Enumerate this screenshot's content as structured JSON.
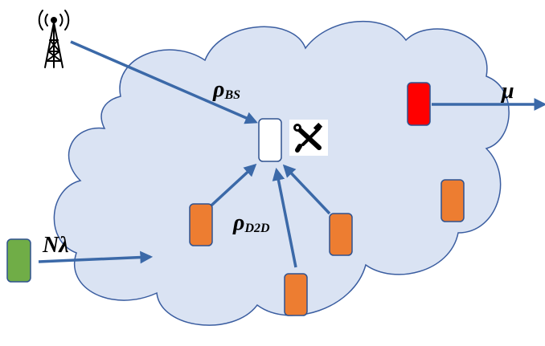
{
  "labels": {
    "rho": "ρ",
    "bs_sub": "BS",
    "d2d_sub": "D2D",
    "mu": "μ",
    "n": "N",
    "lambda": "λ"
  },
  "colors": {
    "cloud_fill": "#dae3f3",
    "cloud_stroke": "#3a5da0",
    "arrow": "#3b69a8",
    "device_orange": "#ed7d31",
    "device_red": "#ff0000",
    "device_green": "#70ad47",
    "device_target": "#ffffff",
    "device_stroke": "#2f528f"
  },
  "icons": {
    "base_station": "antenna-tower-icon",
    "repair": "wrench-screwdriver-icon"
  }
}
